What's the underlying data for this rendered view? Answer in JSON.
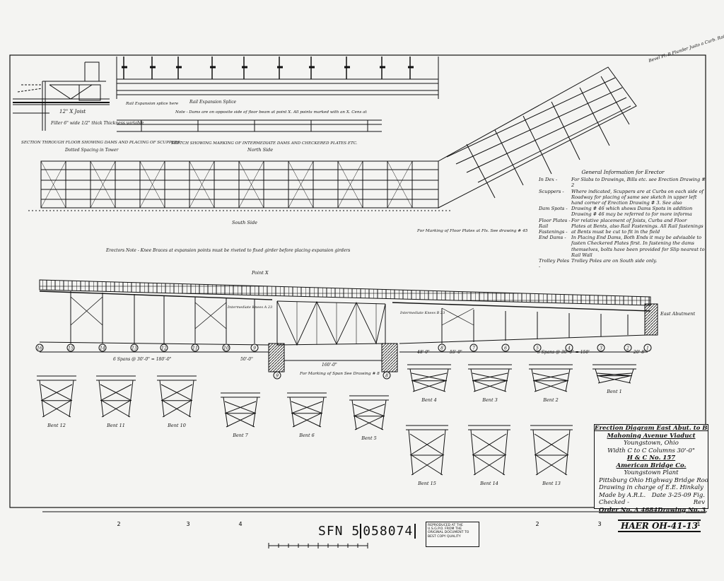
{
  "sections": {
    "floor_section": "SECTION THROUGH FLOOR SHOWING DAMS AND PLACING OF SCUPPERS",
    "sketch_dams": "SKETCH SHOWING MARKING OF INTERMEDIATE DAMS AND CHECKERED PLATES ETC.",
    "north_side": "North Side",
    "south_side": "South Side",
    "dotted_spacing": "Dotted Spacing in Tower",
    "rail_expansion_splice": "Rail Expansion Splice",
    "rail_expansion_splice_here": "Rail Expansion splice here",
    "note_dams": "Note - Dams are on opposite side of floor beam at point X. All points marked with an X. Cens at",
    "bevel_note": "Bevel Pl. B Plunder Justo a Curb. Rail Sects acquired",
    "joist": "12\" X Joist",
    "filler": "Filler 6\" wide 1/2\" thick Thickness variable",
    "erector_note": "Erectors Note - Knee Braces at expansion points must be riveted to fixed girder before placing expansion girders",
    "flat_plates": "For Marking of Floor Plates at Fls. See drawing # 45",
    "span_marking": "For Marking of Span See Drawing # 8",
    "point_x": "Point X",
    "east_abutment": "East Abutment",
    "intermediate_knees_left": "Intermediate Knees A 23",
    "intermediate_knees_right": "Intermediate Knees B 23",
    "spans_left": "6 Spans @ 30'-0\" = 180'-0\"",
    "spans_right": "5 Spans @ 30'-0\" = 150'",
    "span_main": "160'-0\"",
    "dim_48": "48' 0\"",
    "dim_55": "55' 0\"",
    "dim_20": "20'-8\"",
    "dim_50": "50'-0\""
  },
  "bent_labels_upper": [
    "16",
    "15",
    "14",
    "13",
    "12",
    "11",
    "10",
    "9",
    "8",
    "7",
    "6",
    "5",
    "4",
    "3",
    "2",
    "1"
  ],
  "pier_labels": [
    "9",
    "8"
  ],
  "bents_row1": [
    "Bent 12",
    "Bent 11",
    "Bent 10",
    "Bent 7",
    "Bent 6",
    "Bent 5"
  ],
  "bents_row_right": [
    "Bent 4",
    "Bent 3",
    "Bent 2",
    "Bent 1"
  ],
  "bents_row2": [
    "Bent 15",
    "Bent 14",
    "Bent 13"
  ],
  "general_info": {
    "heading": "General Information for Erector",
    "items": [
      {
        "key": "In Dex -",
        "text": "For Slabs to Drawings, Bills etc. see Erection Drawing # 2"
      },
      {
        "key": "Scuppers -",
        "text": "Where indicated, Scuppers are at Curbs on each side of Roadway for placing of same see sketch in upper left hand corner of Erection Drawing # 3. See also"
      },
      {
        "key": "Dam Spots -",
        "text": "Drawing # 46 which shows Dams Spots in addition Drawing # 46 may be referred to for more informa"
      },
      {
        "key": "Floor Plates -",
        "text": "For relative placement of Joists, Curbs and Floor"
      },
      {
        "key": "Rail Fastenings -",
        "text": "Plates at Bents, also Rail Fastenings. All Rail fastenings at Bents must be cut to fit in the field"
      },
      {
        "key": "End Dams -",
        "text": "In Placing End Dams, Both Ends it may be advisable to fasten Checkered Plates first. In fastening the dams themselves, bolts have been provided for Slip nearest to Rail Wall"
      },
      {
        "key": "Trolley Poles -",
        "text": "Trolley Poles are on South side only."
      }
    ]
  },
  "title_block": {
    "title": "Erection Diagram East Abut. to Bent 16",
    "line2": "Mahoning Avenue Viaduct",
    "line3": "Youngstown, Ohio",
    "line4": "Width C to C Columns 30'-0\"",
    "line5": "H & C No. 157",
    "company": "American Bridge Co.",
    "plant": "Youngstown Plant",
    "line8": "Pittsburg Ohio Highway Bridge Room",
    "line9": "Drawing in charge of E.E. Hinkaly",
    "made_by": "Made by A.R.L.",
    "date": "Date 3-25-09 Fig.",
    "checked": "Checked -",
    "rev": "Rev",
    "order": "Order No. A 4684",
    "drawing": "Drawing No. 3"
  },
  "bottom": {
    "sfn_prefix": "SFN 5",
    "sfn_number": "058074",
    "scale_nums": [
      "2",
      "3",
      "4",
      "2",
      "3",
      "1"
    ],
    "stamp": "REPRODUCED AT THE U.S.G.P.O. FROM THE ORIGINAL DOCUMENT TO BEST COPY QUALITY",
    "haer": "HAER OH-41-13"
  }
}
